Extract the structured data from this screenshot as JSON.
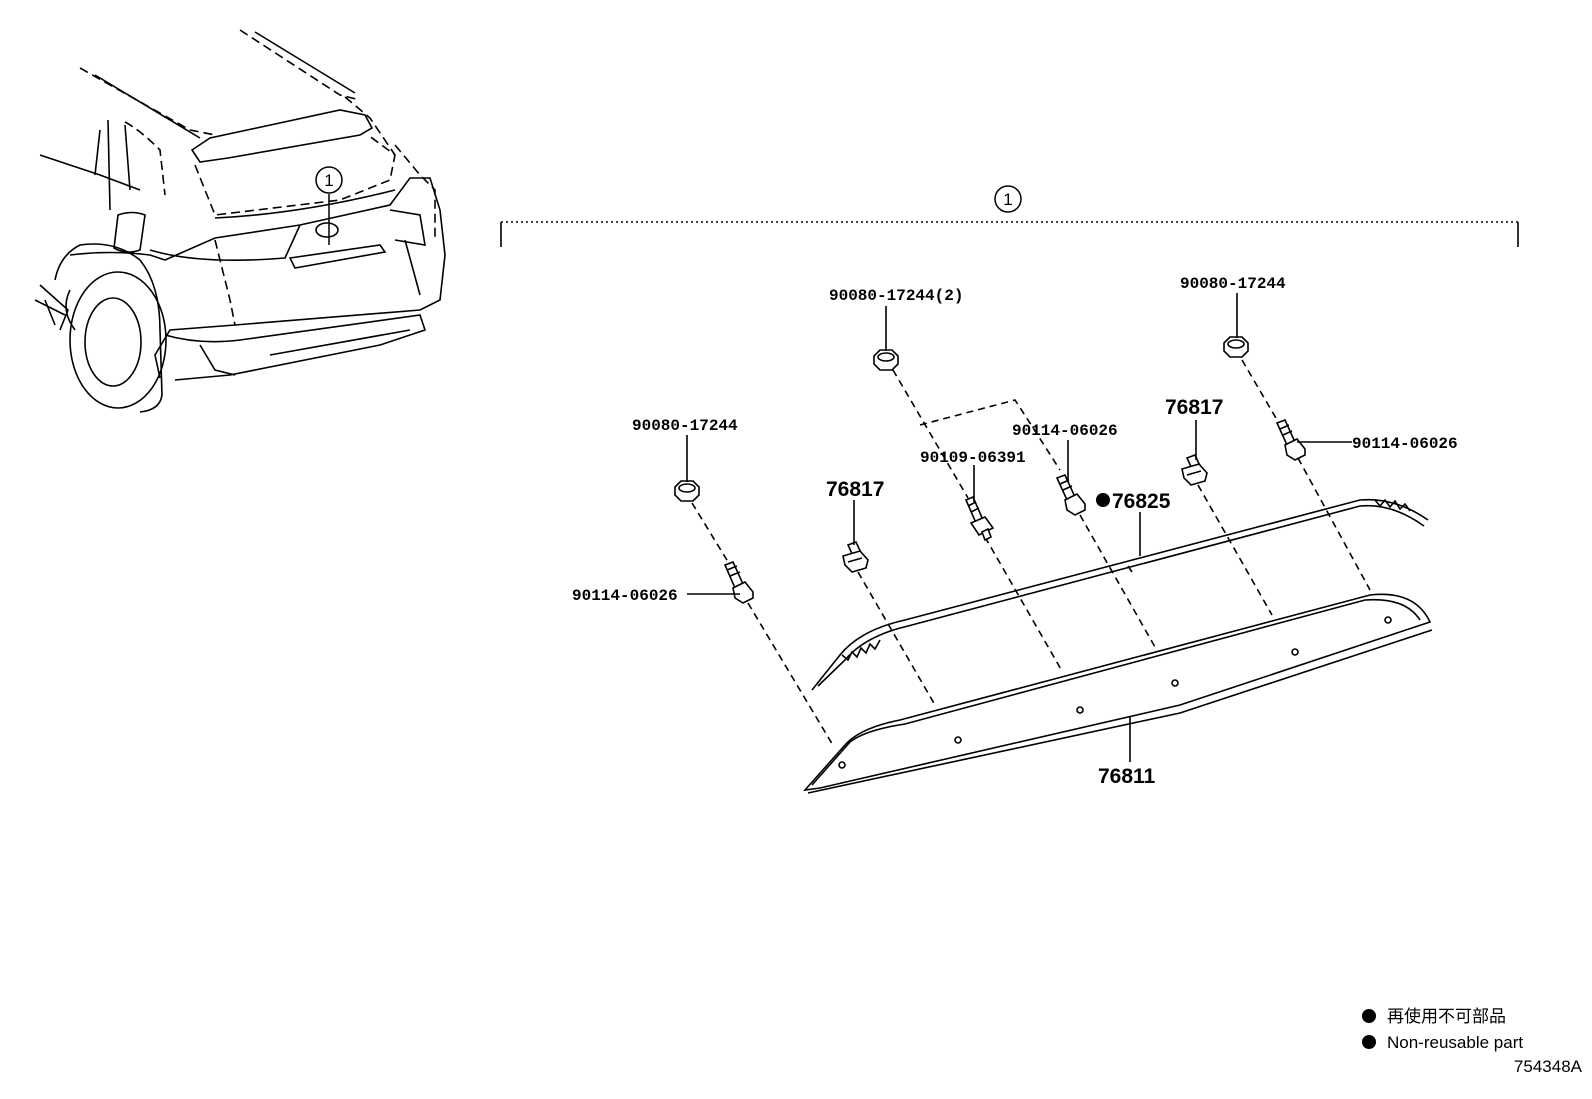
{
  "callout": "1",
  "car_callout": "1",
  "parts": {
    "nut_top_center": "90080-17244(2)",
    "nut_top_right": "90080-17244",
    "nut_left": "90080-17244",
    "bolt_top_center": "90114-06026",
    "bolt_right": "90114-06026",
    "bolt_left": "90114-06026",
    "stud": "90109-06391",
    "clip_center": "76817",
    "clip_left": "76817",
    "seal": "76825",
    "garnish": "76811"
  },
  "legend": {
    "jp": "再使用不可部品",
    "en": "Non-reusable part"
  },
  "figure_code": "754348A"
}
